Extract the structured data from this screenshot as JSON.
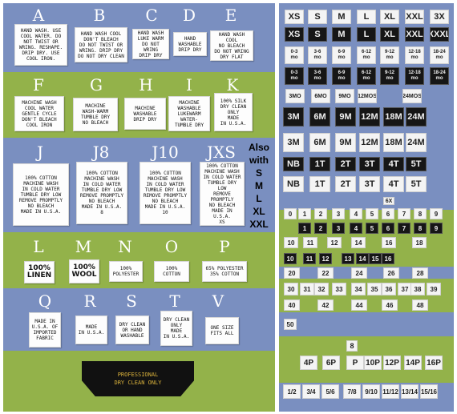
{
  "left": {
    "row1": {
      "letters": [
        "A",
        "B",
        "C",
        "D",
        "E"
      ],
      "labels": [
        "HAND WASH. USE\nCOOL WATER. DO\nNOT TWIST OR\nWRING. RESHAPE.\nDRIP DRY. USE\nCOOL IRON.",
        "HAND WASH COOL\nDON'T BLEACH\nDO NOT TWIST OR\nWRING. DRIP DRY\nDO NOT DRY CLEAN",
        "HAND WASH\nLUKE WARM\nDO NOT WRING\nDRIP DRY",
        "HAND\nWASHABLE\nDRIP DRY",
        "HAND WASH\nCOOL\nNO BLEACH\nDO NOT WRING\nDRY FLAT"
      ]
    },
    "row2": {
      "letters": [
        "F",
        "G",
        "H",
        "I",
        "K"
      ],
      "labels": [
        "MACHINE WASH\nCOOL WATER\nGENTLE CYCLE\nDON'T BLEACH\nCOOL IRON",
        "MACHINE\nWASH-WARM\nTUMBLE DRY\nNO BLEACH",
        "MACHINE\nWASHABLE\nDRIP DRY",
        "MACHINE\nWASHABLE\nLUKEWARM\nWATER-\nTUMBLE DRY",
        "100% SILK\nDRY CLEAN\nONLY\nMADE\nIN U.S.A."
      ]
    },
    "row3": {
      "letters": [
        "J",
        "J8",
        "J10",
        "JXS"
      ],
      "labels": [
        "100% COTTON\nMACHINE WASH\nIN COLD WATER\nTUMBLE DRY LOW\nREMOVE PROMPTLY\nNO BLEACH\nMADE IN U.S.A.",
        "100% COTTON\nMACHINE WASH\nIN COLD WATER\nTUMBLE DRY LOW\nREMOVE PROMPTLY\nNO BLEACH\nMADE IN U.S.A.\n8",
        "100% COTTON\nMACHINE WASH\nIN COLD WATER\nTUMBLE DRY LOW\nREMOVE PROMPTLY\nNO BLEACH\nMADE IN U.S.A.\n10",
        "100% COTTON\nMACHINE WASH\nIN COLD WATER\nTUMBLE DRY LOW\nREMOVE PROMPTLY\nNO BLEACH\nMADE IN U.S.A.\nXS"
      ],
      "also": [
        "Also",
        "with",
        "S",
        "M",
        "L",
        "XL",
        "XXL"
      ]
    },
    "row4": {
      "letters": [
        "L",
        "M",
        "N",
        "O",
        "P"
      ],
      "labels": [
        "100%\nLINEN",
        "100%\nWOOL",
        "100%\nPOLYESTER",
        "100%\nCOTTON",
        "65% POLYESTER\n35% COTTON"
      ]
    },
    "row5": {
      "letters": [
        "Q",
        "R",
        "S",
        "T",
        "V"
      ],
      "labels": [
        "MADE IN\nU.S.A. OF\nIMPORTED\nFABRIC",
        "MADE\nIN U.S.A.",
        "DRY CLEAN\nOR HAND\nWASHABLE",
        "DRY CLEAN\nONLY\nMADE\nIN U.S.A.",
        "ONE SIZE\nFITS ALL"
      ]
    },
    "row6": {
      "tag_line1": "PROFESSIONAL",
      "tag_line2": "DRY CLEAN ONLY"
    }
  },
  "right": {
    "letters_white": [
      "XS",
      "S",
      "M",
      "L",
      "XL",
      "XXL",
      "3X"
    ],
    "letters_black": [
      "XS",
      "S",
      "M",
      "L",
      "XL",
      "XXL",
      "XXXL"
    ],
    "months_white": [
      "0-3\nmo",
      "3-6\nmo",
      "6-9\nmo",
      "6-12\nmo",
      "9-12\nmo",
      "12-18\nmo",
      "18-24\nmo"
    ],
    "months_black": [
      "0-3\nmo",
      "3-6\nmo",
      "6-9\nmo",
      "6-12\nmo",
      "9-12\nmo",
      "12-18\nmo",
      "18-24\nmo"
    ],
    "mo_small": [
      "3MO",
      "6MO",
      "9MO",
      "12MOS",
      "24MOS"
    ],
    "m_black": [
      "3M",
      "6M",
      "9M",
      "12M",
      "18M",
      "24M"
    ],
    "m_white": [
      "3M",
      "6M",
      "9M",
      "12M",
      "18M",
      "24M"
    ],
    "t_black": [
      "NB",
      "1T",
      "2T",
      "3T",
      "4T",
      "5T"
    ],
    "t_white": [
      "NB",
      "1T",
      "2T",
      "3T",
      "4T",
      "5T"
    ],
    "six_x": "6X",
    "n_white": [
      "0",
      "1",
      "2",
      "3",
      "4",
      "5",
      "6",
      "7",
      "8",
      "9"
    ],
    "n_black": [
      "1",
      "2",
      "3",
      "4",
      "5",
      "6",
      "7",
      "8",
      "9"
    ],
    "n_row3": [
      "10",
      "11",
      "12",
      "14",
      "16",
      "18"
    ],
    "n_row4": [
      "10",
      "11",
      "12",
      "13",
      "14",
      "15",
      "16"
    ],
    "n_row5": [
      "20",
      "22",
      "24",
      "26",
      "28"
    ],
    "n_row6": [
      "30",
      "31",
      "32",
      "33",
      "34",
      "35",
      "36",
      "37",
      "38",
      "39"
    ],
    "n_row7": [
      "40",
      "42",
      "44",
      "46",
      "48"
    ],
    "n_row8": [
      "50"
    ],
    "petite_top": "8",
    "petite": [
      "4P",
      "6P",
      "P",
      "10P",
      "12P",
      "14P",
      "16P"
    ],
    "fractions": [
      "1/2",
      "3/4",
      "5/6",
      "7/8",
      "9/10",
      "11/12",
      "13/14",
      "15/16"
    ]
  },
  "colors": {
    "blue": "#7a8fc0",
    "green": "#93b24a",
    "tag_gold": "#d9b13b"
  }
}
